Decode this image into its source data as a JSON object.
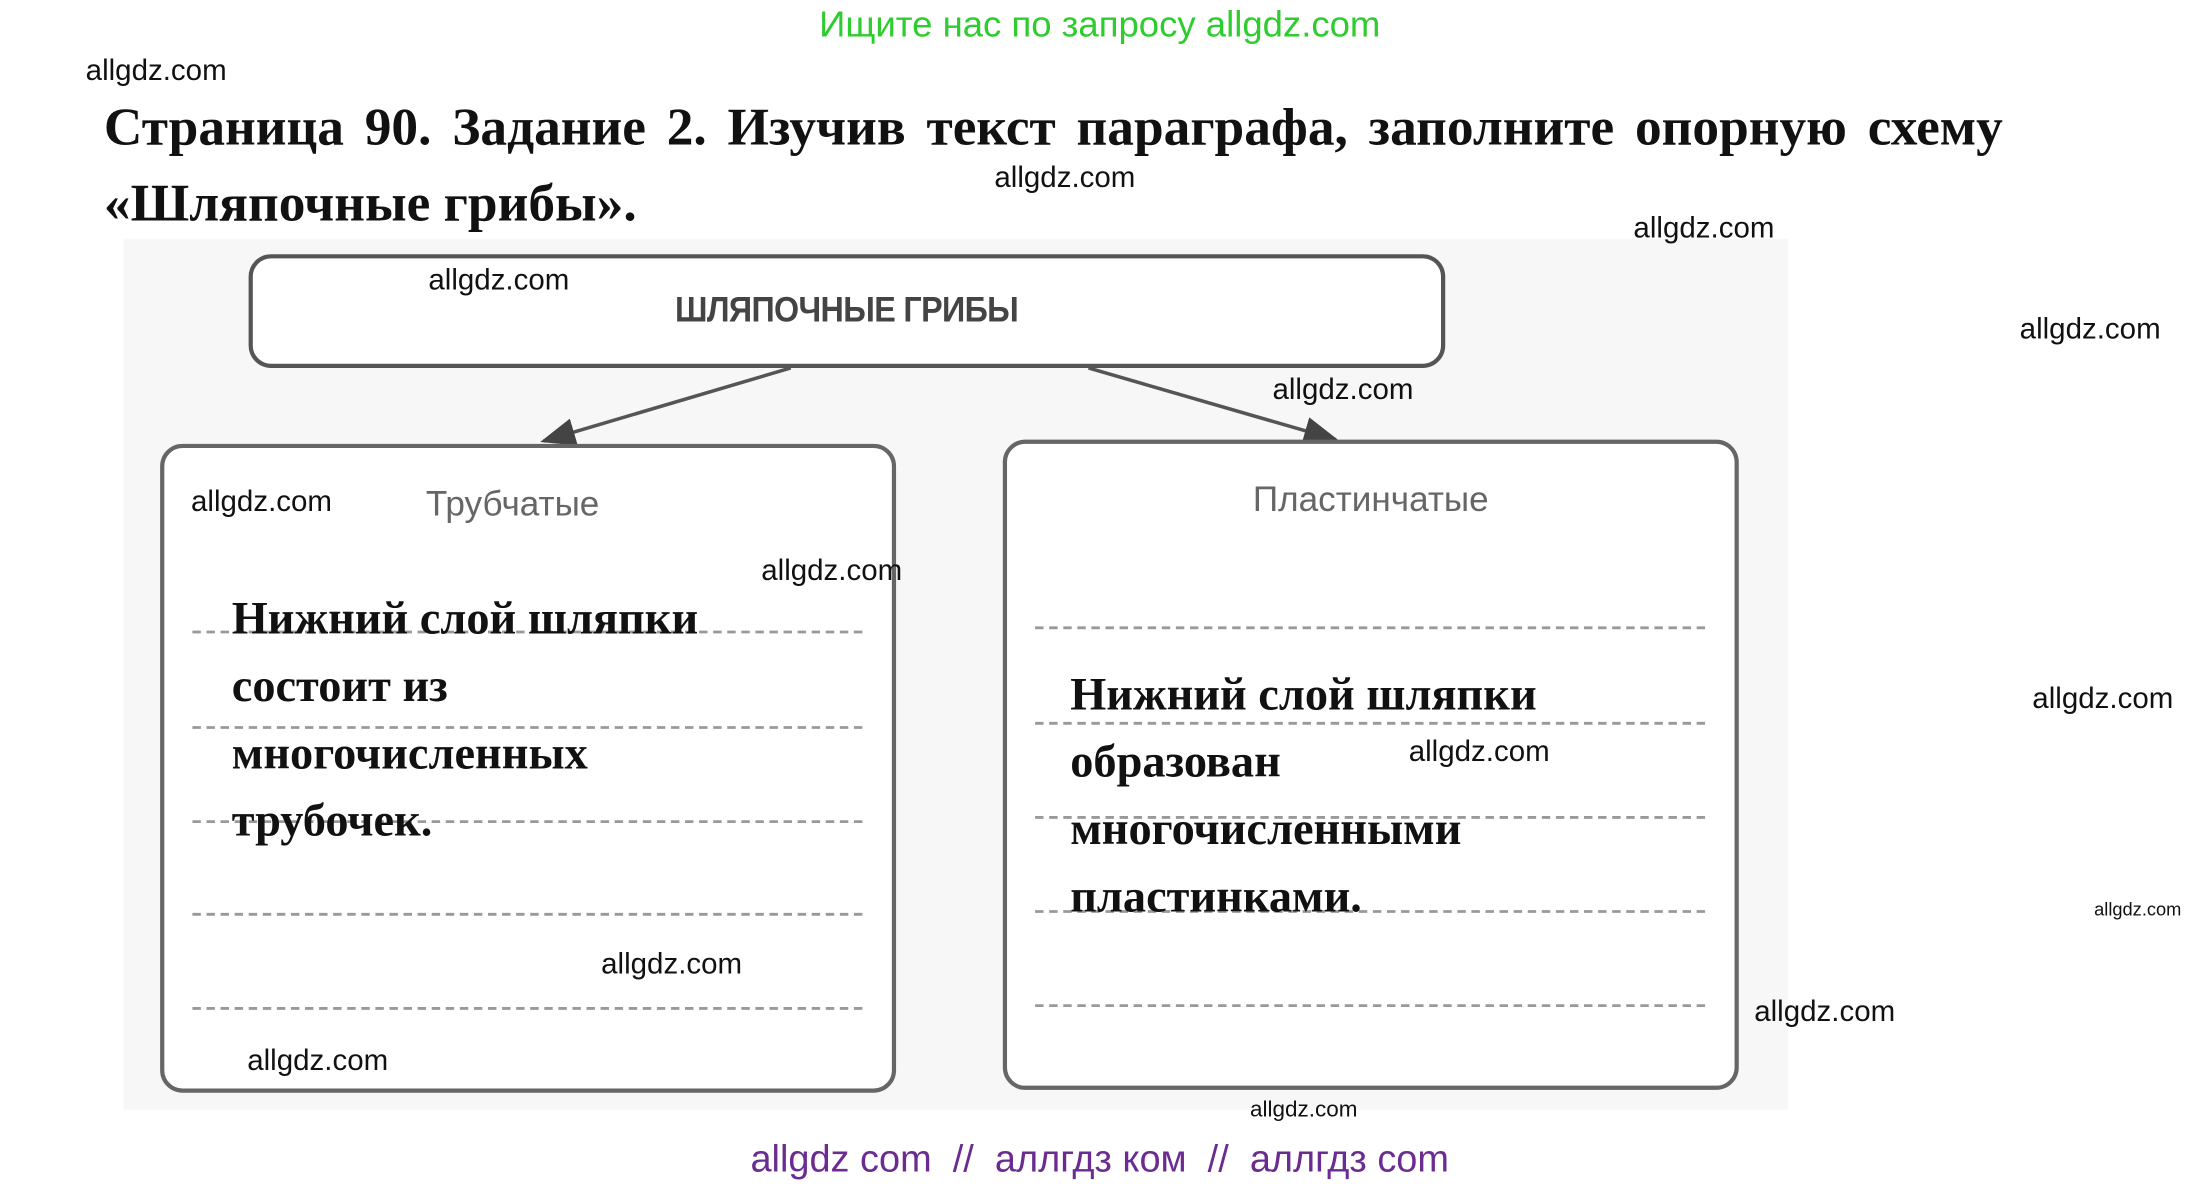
{
  "header_ad": "Ищите нас по запросу allgdz.com",
  "title": "Страница 90. Задание 2. Изучив текст параграфа, заполните опорную схему «Шляпочные грибы».",
  "diagram": {
    "root": "ШЛЯПОЧНЫЕ ГРИБЫ",
    "left": {
      "label": "Трубчатые",
      "answer_lines": [
        "Нижний слой шляпки",
        "состоит из",
        "многочисленных",
        "трубочек."
      ]
    },
    "right": {
      "label": "Пластинчатые",
      "answer_lines": [
        "Нижний слой шляпки",
        "образован",
        "многочисленными",
        "пластинками."
      ]
    }
  },
  "watermark": "allgdz.com",
  "footer": "allgdz com  //  аллгдз ком  //  аллгдз com",
  "colors": {
    "header_ad": "#2ecc2e",
    "footer": "#6b2c91"
  }
}
